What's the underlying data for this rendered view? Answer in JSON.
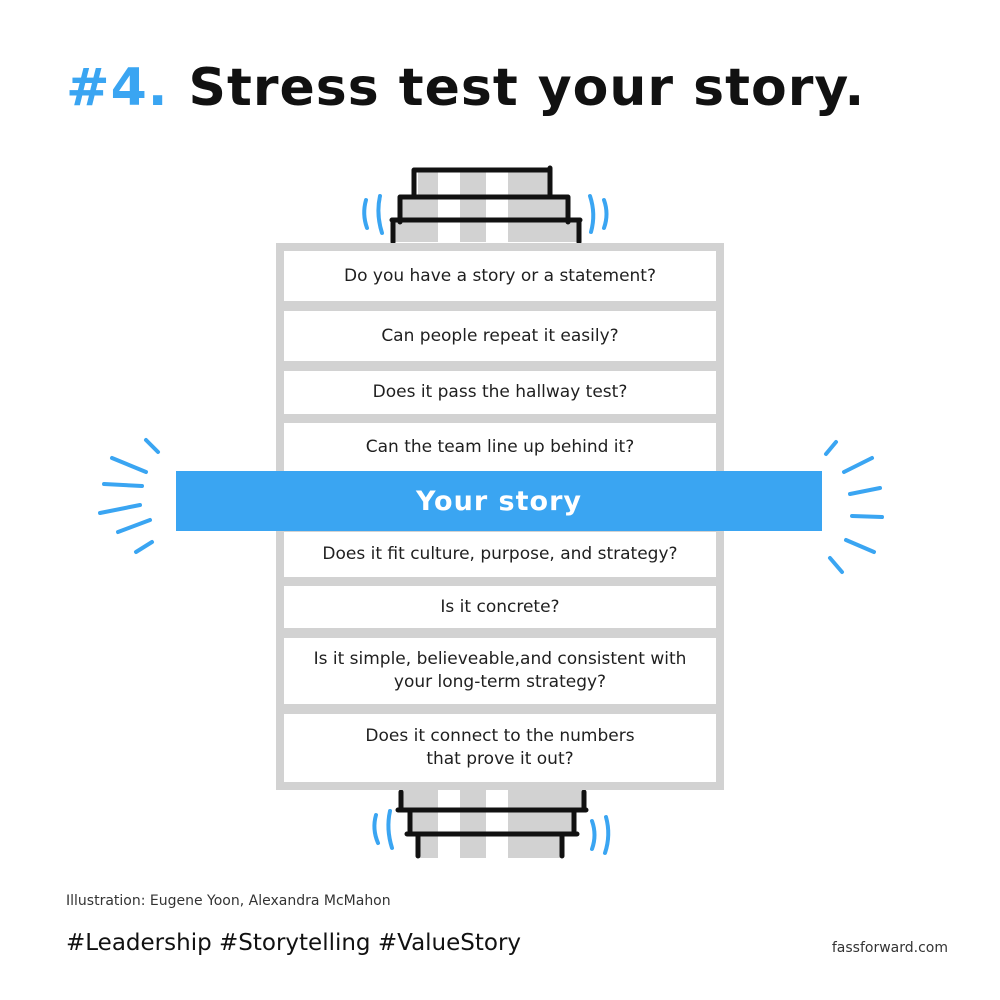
{
  "header": {
    "number": "#4.",
    "title": "Stress test your story."
  },
  "stack": {
    "upper_questions": [
      "Do you have a story or a statement?",
      "Can people repeat it easily?",
      "Does it pass the hallway test?",
      "Can the team line up behind it?"
    ],
    "center_label": "Your story",
    "lower_questions": [
      "Does it fit culture, purpose, and strategy?",
      "Is it concrete?",
      "Is it simple, believeable,and consistent with\nyour long-term strategy?",
      "Does it connect to the numbers\nthat prove it out?"
    ]
  },
  "footer": {
    "credit": "Illustration: Eugene Yoon, Alexandra McMahon",
    "hashtags": "#Leadership #Storytelling #ValueStory",
    "website": "fassforward.com"
  },
  "colors": {
    "accent": "#3aa5f2",
    "frame": "#d2d2d2",
    "ink": "#111111"
  },
  "icons": [
    "vice-clamp-top",
    "vice-clamp-bottom",
    "pressure-lines-left",
    "pressure-lines-right",
    "vibration-lines"
  ]
}
